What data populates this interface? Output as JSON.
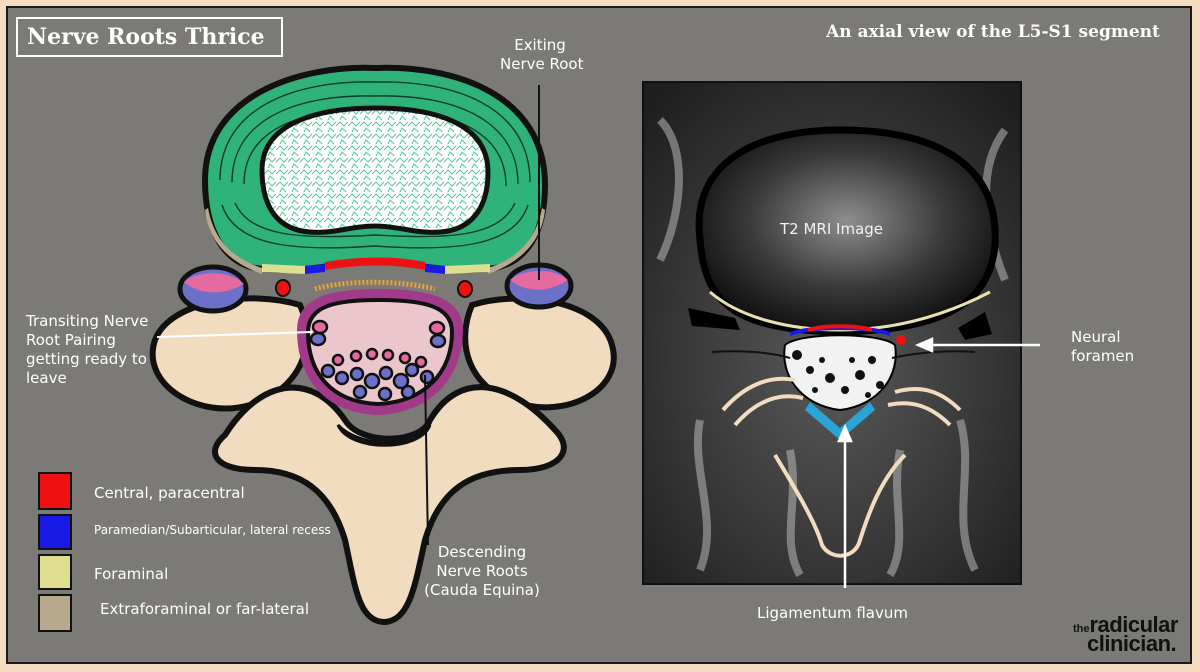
{
  "title": "Nerve Roots Thrice",
  "subtitle": "An axial view of the L5-S1 segment",
  "labels": {
    "exiting": [
      "Exiting",
      "Nerve Root"
    ],
    "transiting": [
      "Transiting Nerve",
      "Root Pairing",
      "getting ready to",
      "leave"
    ],
    "descending": [
      "Descending",
      "Nerve Roots",
      "(Cauda Equina)"
    ],
    "neural_foramen": [
      "Neural",
      "foramen"
    ],
    "ligamentum": "Ligamentum flavum",
    "mri": "T2 MRI Image"
  },
  "legend": [
    {
      "color": "#ee1111",
      "label": "Central, paracentral"
    },
    {
      "color": "#1a1ae6",
      "label": "Paramedian/Subarticular, lateral recess"
    },
    {
      "color": "#dede8e",
      "label": "Foraminal"
    },
    {
      "color": "#b8a88e",
      "label": "Extraforaminal or far-lateral"
    }
  ],
  "brand": {
    "prefix": "the",
    "line1": "radicular",
    "line2": "clinician."
  },
  "colors": {
    "background": "#7b7a76",
    "annulus": "#2fb37a",
    "bone": "#f2dcc0",
    "thecal_sac": "#ebc7cd",
    "ligamentum": "#2aa3d6",
    "nerve_root_pink": "#e46a9f",
    "nerve_root_blue": "#6c70c8"
  }
}
